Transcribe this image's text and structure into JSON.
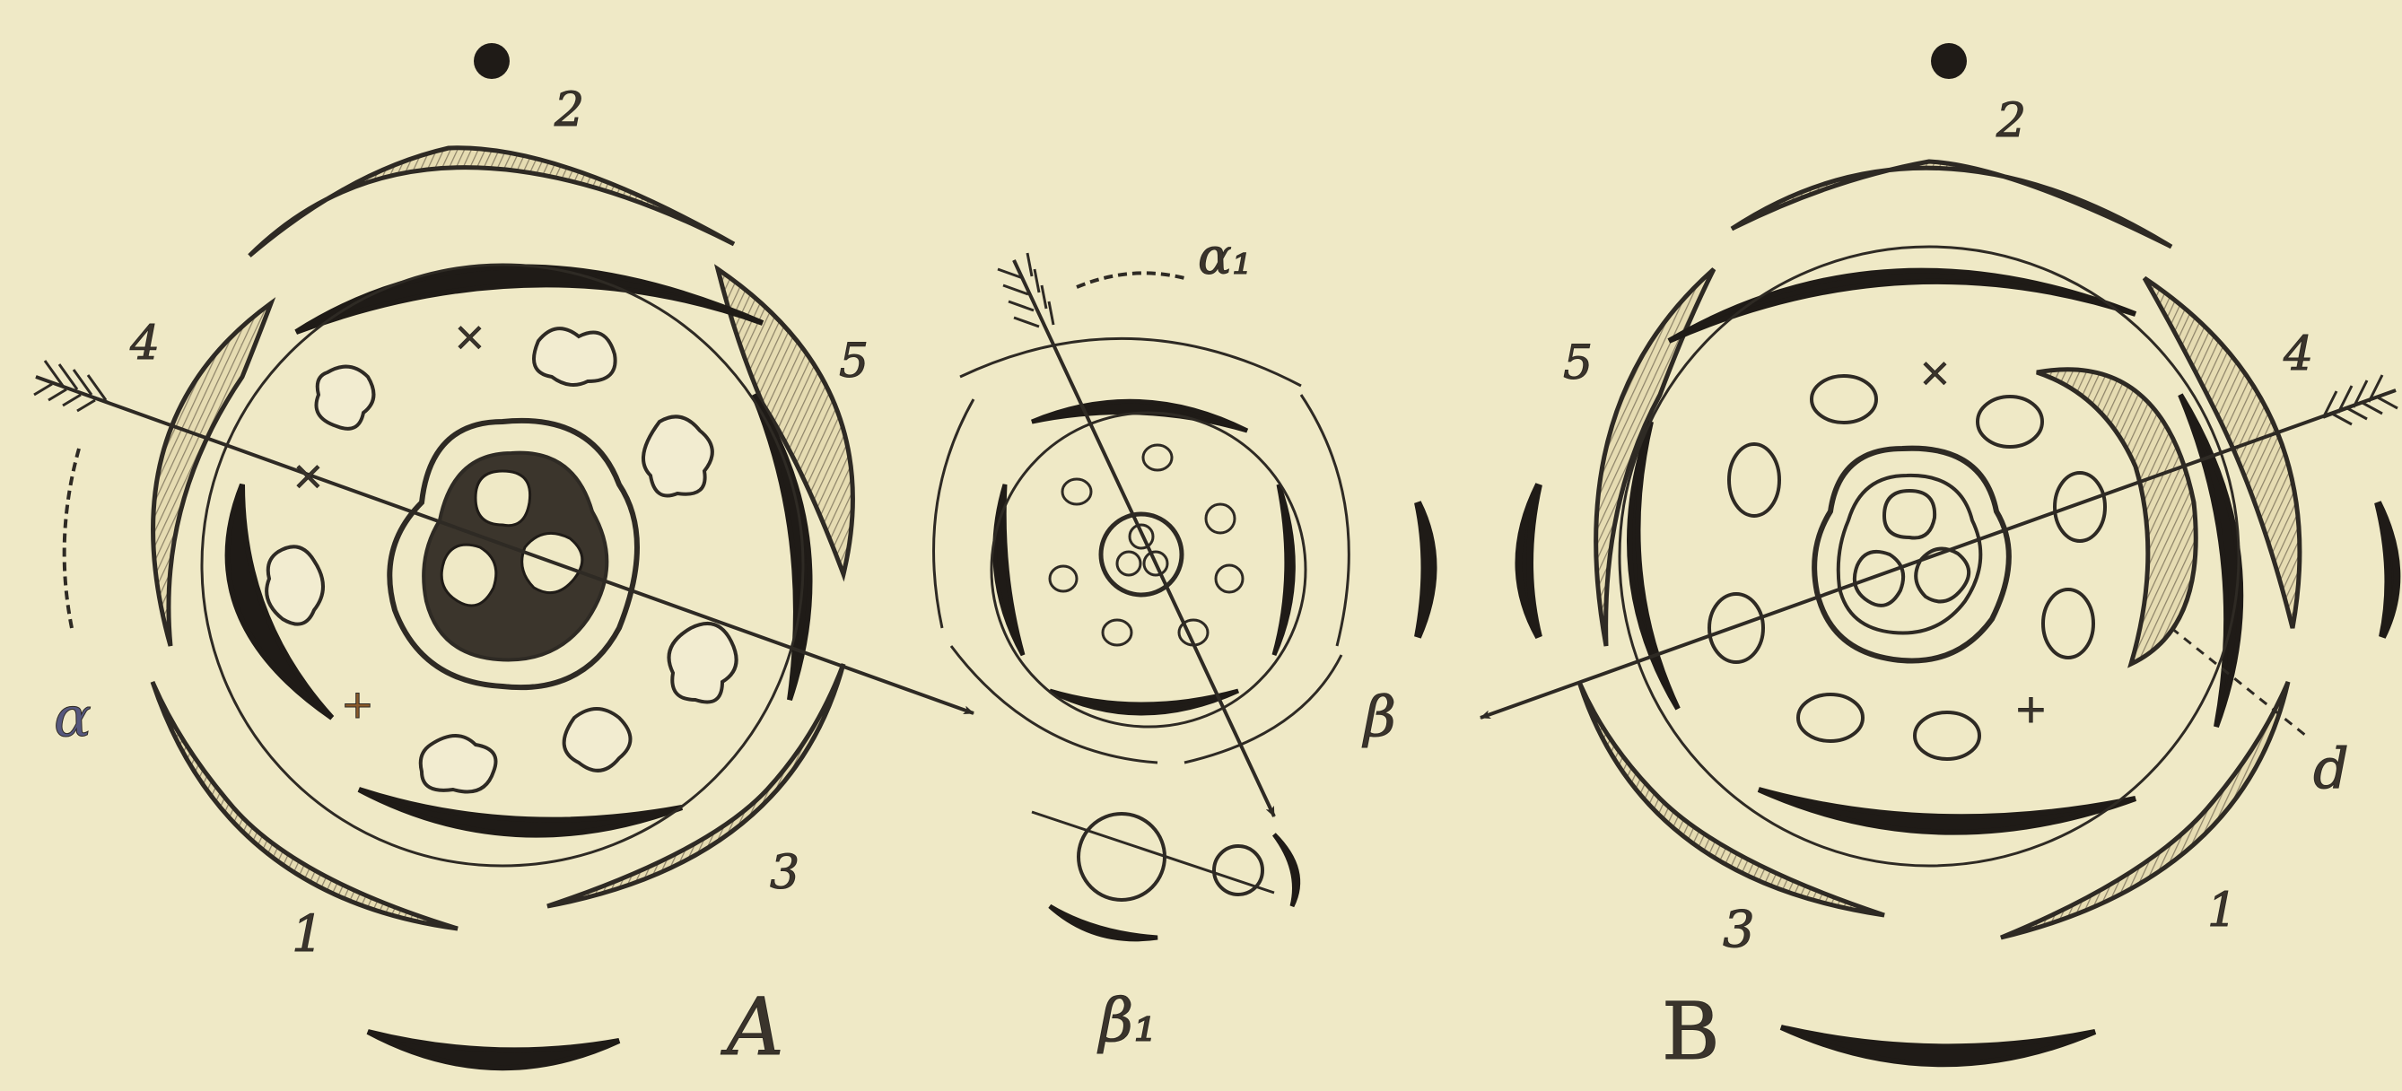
{
  "labels": {
    "A": {
      "title": "A",
      "sepal_1": "1",
      "sepal_2": "2",
      "sepal_3": "3",
      "sepal_4": "4",
      "sepal_5": "5",
      "bracteole_alpha": "α",
      "cross_mark": "×",
      "plus_mark": "+"
    },
    "middle": {
      "bracteole_alpha1": "α₁",
      "bracteole_beta": "β",
      "bracteole_beta1": "β₁"
    },
    "B": {
      "title": "B",
      "sepal_1": "1",
      "sepal_2": "2",
      "sepal_3": "3",
      "sepal_4": "4",
      "sepal_5": "5",
      "nectary_d": "d",
      "cross_mark": "×",
      "plus_mark": "+"
    }
  },
  "colors": {
    "paper": "#efe9c6",
    "ink": "#2e2a24",
    "hatch": "#a49a7e",
    "accent_label": "#56587e"
  }
}
